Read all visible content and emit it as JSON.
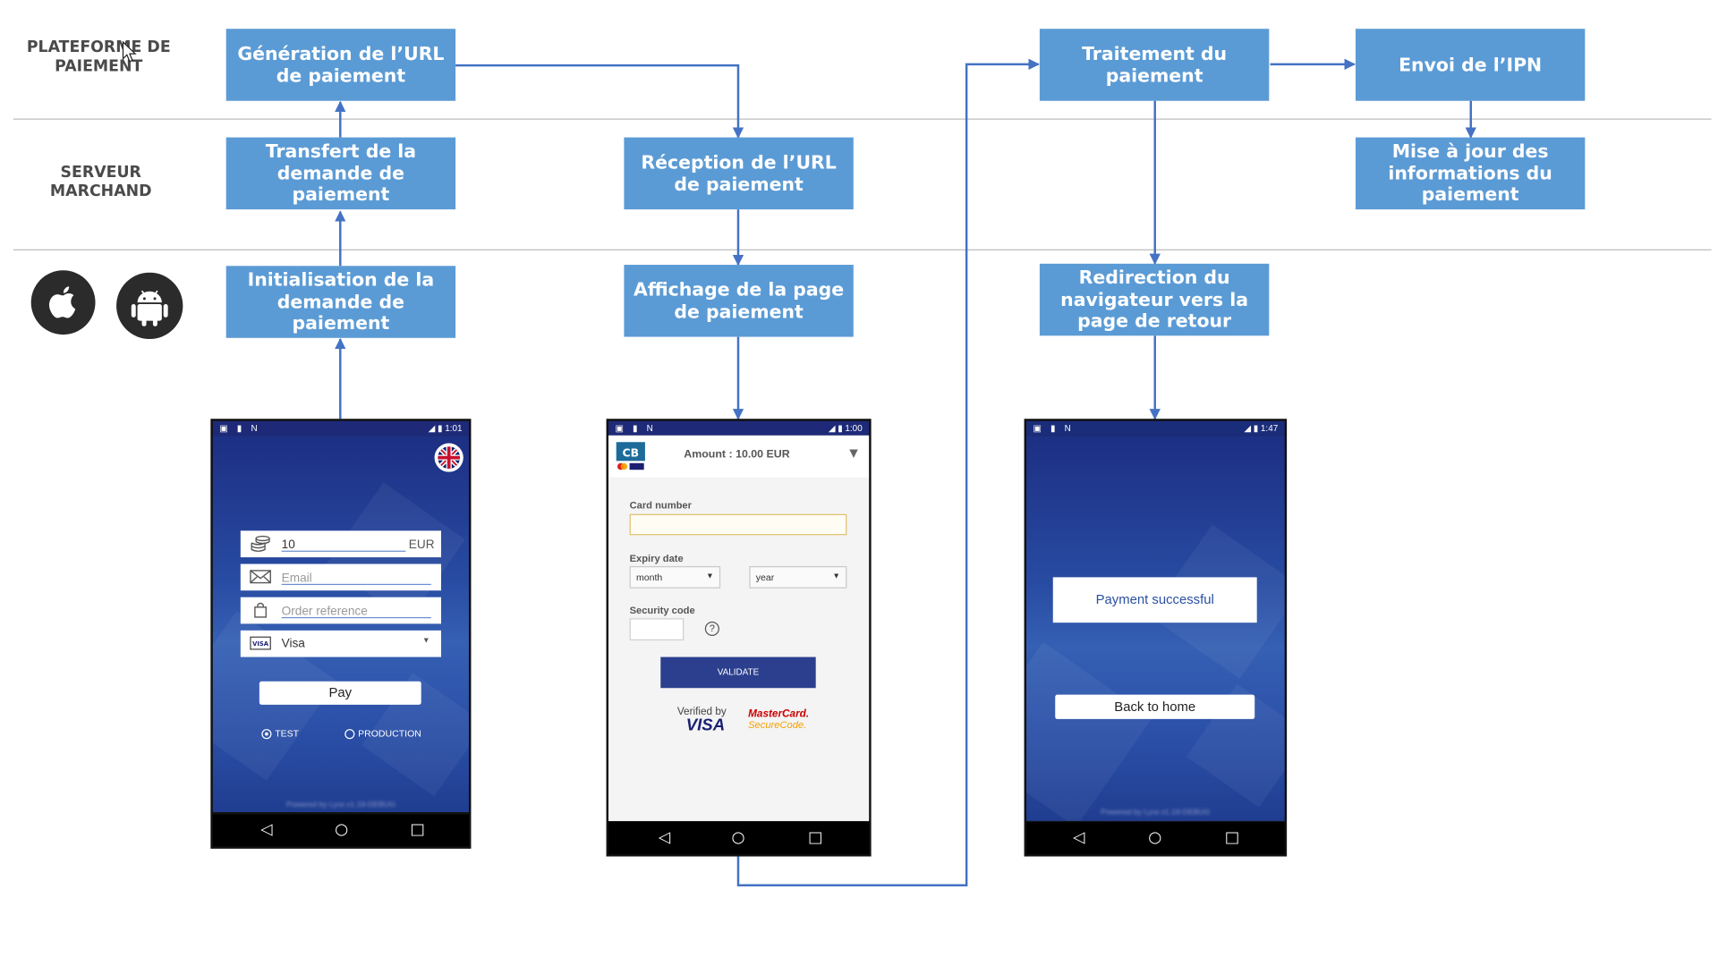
{
  "lanes": {
    "platform": "PLATEFORME DE\nPAIEMENT",
    "merchant": "SERVEUR\nMARCHAND",
    "mobile_os": [
      "apple-icon",
      "android-icon"
    ]
  },
  "boxes": {
    "url_generation": "Génération de l’URL de paiement",
    "request_transfer": "Transfert de la demande de paiement",
    "request_init": "Initialisation de la demande de paiement",
    "url_reception": "Réception de l’URL de paiement",
    "page_display": "Affichage de la page de paiement",
    "payment_processing": "Traitement du paiement",
    "browser_redirect": "Redirection du navigateur vers la page de retour",
    "ipn_send": "Envoi de l’IPN",
    "info_update": "Mise à jour des informations du paiement"
  },
  "colors": {
    "box": "#5b9bd5",
    "arrow": "#4472c4",
    "status_bar": "#1e2a78",
    "validate_button": "#2b3f8e"
  },
  "phone1": {
    "time": "1:01",
    "amount": "10",
    "currency": "EUR",
    "email_placeholder": "Email",
    "order_placeholder": "Order reference",
    "card_type": "Visa",
    "pay_label": "Pay",
    "radio_test": "TEST",
    "radio_production": "PRODUCTION",
    "footer_blurred": "Powered by Lyra v1.19-DEBUG"
  },
  "phone2": {
    "time": "1:00",
    "amount": "Amount : 10.00 EUR",
    "card_number_label": "Card number",
    "expiry_label": "Expiry date",
    "month_placeholder": "month",
    "year_placeholder": "year",
    "security_label": "Security code",
    "help": "?",
    "validate_label": "VALIDATE",
    "verified_by": "Verified by",
    "visa": "VISA",
    "mastercard": "MasterCard.",
    "securecode": "SecureCode."
  },
  "phone3": {
    "time": "1:47",
    "success": "Payment successful",
    "back_home": "Back to home",
    "footer_blurred": "Powered by Lyra v1.19-DEBUG"
  }
}
